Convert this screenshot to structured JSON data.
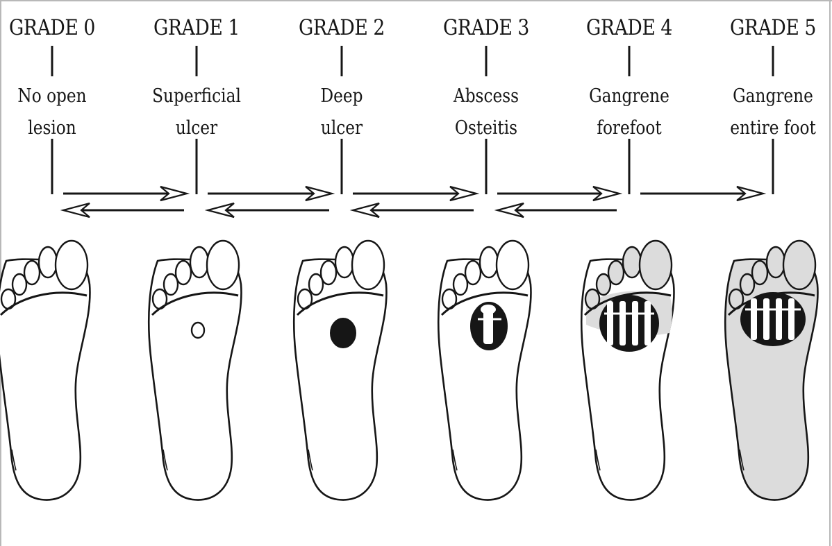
{
  "grades": [
    {
      "title": "GRADE 0",
      "line1": "No open",
      "line2": "lesion"
    },
    {
      "title": "GRADE 1",
      "line1": "Superficial",
      "line2": "ulcer"
    },
    {
      "title": "GRADE 2",
      "line1": "Deep",
      "line2": "ulcer"
    },
    {
      "title": "GRADE 3",
      "line1": "Abscess",
      "line2": "Osteitis"
    },
    {
      "title": "GRADE 4",
      "line1": "Gangrene",
      "line2": "forefoot"
    },
    {
      "title": "GRADE 5",
      "line1": "Gangrene",
      "line2": "entire foot"
    }
  ],
  "colors": {
    "ink": "#161616",
    "gangrene_fill": "#dcdcdc",
    "frame": "#b8b8b8"
  },
  "icons": {
    "forward_arrow": "arrow-right-icon",
    "backward_arrow": "arrow-left-icon",
    "foot": "foot-sole-icon"
  }
}
